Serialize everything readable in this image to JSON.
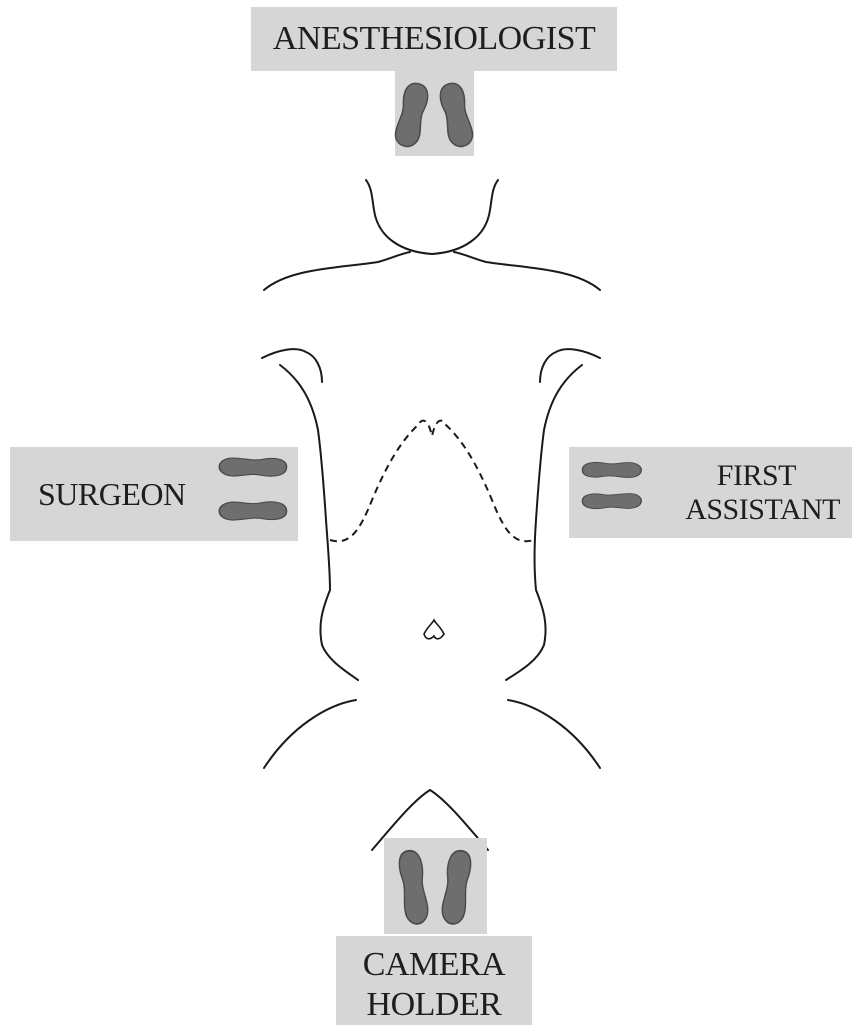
{
  "labels": {
    "top": "ANESTHESIOLOGIST",
    "left": "SURGEON",
    "right_line1": "FIRST",
    "right_line2": "ASSISTANT",
    "bottom_line1": "CAMERA",
    "bottom_line2": "HOLDER"
  },
  "icons": {
    "anesthesiologist": "footprints-icon",
    "surgeon": "footprints-icon",
    "first_assistant": "footprints-icon",
    "camera_holder": "footprints-icon"
  },
  "colors": {
    "label_box": "#d6d6d6",
    "footprint_fill": "#6e6e6e",
    "footprint_stroke": "#4a4a4a",
    "outline": "#1a1a1a"
  }
}
